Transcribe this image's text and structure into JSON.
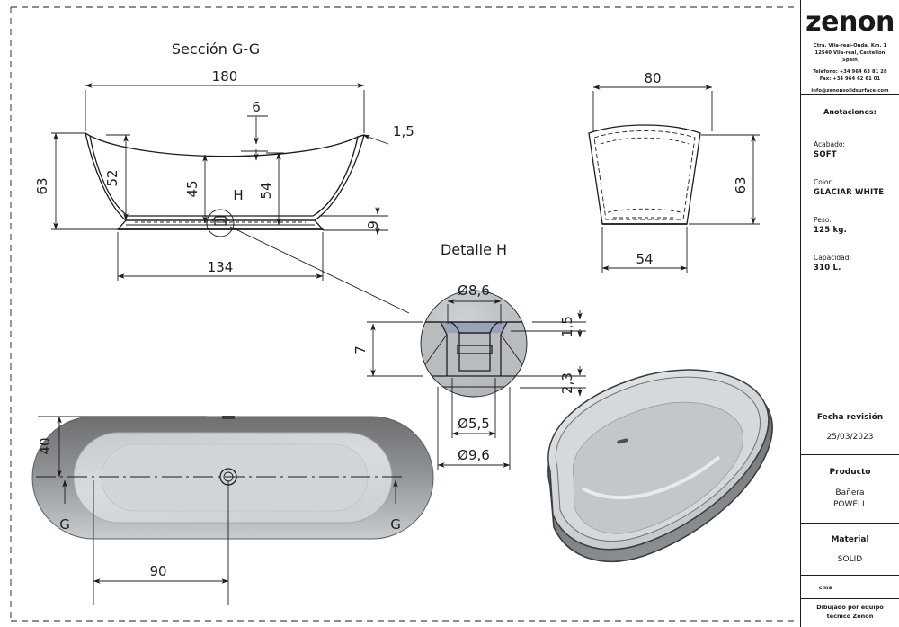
{
  "sheet": {
    "border_style": "dashed-frame"
  },
  "views": {
    "section": {
      "title": "Sección G-G",
      "dims": {
        "overall_width": "180",
        "rim_thickness": "6",
        "wall_top": "1,5",
        "total_height": "63",
        "inner_height_left": "52",
        "inner_depth": "45",
        "outer_depth": "54",
        "base_height": "9",
        "base_width": "134"
      },
      "detail_marker": "H"
    },
    "end": {
      "dims": {
        "top_width": "80",
        "height": "63",
        "base_width": "54"
      }
    },
    "detail": {
      "title": "Detalle H",
      "dims": {
        "top_diameter": "Ø8,6",
        "mid_diameter": "Ø5,5",
        "outer_diameter": "Ø9,6",
        "rim_thickness": "1,5",
        "base_thickness": "2,3",
        "depth": "7"
      }
    },
    "plan": {
      "dims": {
        "half_width": "40",
        "drain_offset": "90"
      },
      "section_marks": [
        "G",
        "G"
      ]
    },
    "render": {
      "caption": ""
    }
  },
  "titleblock": {
    "brand": "zenon",
    "address": {
      "line1": "Ctra. Vila-real-Onda, Km. 1",
      "line2": "12540 Vila-real, Castellón",
      "line3": "(Spain)",
      "phone": "Teléfono: +34 964 63 81 28",
      "fax": "Fax: +34 964 62 61 01",
      "email": "info@zenonsolidsurface.com"
    },
    "annotations_title": "Anotaciones:",
    "specs": [
      {
        "key": "Acabado:",
        "value": "SOFT"
      },
      {
        "key": "Color:",
        "value": "GLACIAR WHITE"
      },
      {
        "key": "Peso:",
        "value": "125 kg."
      },
      {
        "key": "Capacidad:",
        "value": "310 L."
      }
    ],
    "rows": [
      {
        "header": "Fecha revisión",
        "value": "25/03/2023"
      },
      {
        "header": "Producto",
        "value": "Bañera\nPOWELL"
      },
      {
        "header": "Material",
        "value": "SOLID"
      }
    ],
    "units": "cms",
    "footer": "Dibujado por equipo técnico Zenon"
  },
  "colors": {
    "line": "#1d1d1d",
    "tub_dark": "#6f7173",
    "tub_light": "#d5d8da",
    "detail_gray": "#b9bcbf",
    "detail_blue": "#9aa2bb"
  }
}
